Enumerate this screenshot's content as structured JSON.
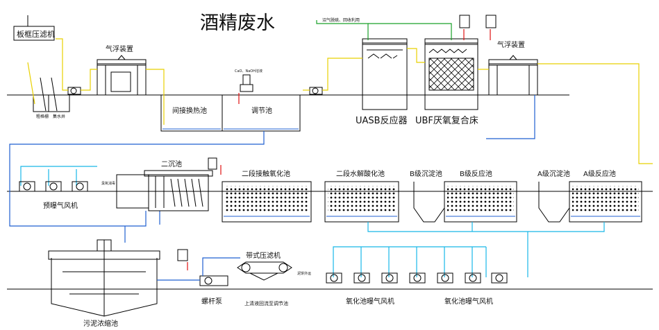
{
  "title": "酒精废水",
  "labels": {
    "filter_press_box": "板框压滤机",
    "air_float_left": "气浮装置",
    "air_float_right": "气浮装置",
    "indirect_heat_pool": "间接换热池",
    "regulating_pool": "调节池",
    "uasb_reactor": "UASB反应器",
    "ubf_reactor": "UBF厌氧复合床",
    "biogas_note": "沼气脱硫、回收利用",
    "dosing_note": "CaO、NaOH溶液",
    "grille_left": "粗格栅",
    "grille_right": "集水井",
    "secondary_settling": "二沉池",
    "contact_oxidation": "二段接触氧化池",
    "hydrolysis_acidification": "二段水解酸化池",
    "b_settling": "B级沉淀池",
    "b_reactor": "B级反应池",
    "a_settling": "A级沉淀池",
    "a_reactor": "A级反应池",
    "pre_aeration_blower": "预曝气风机",
    "ozone_note": "臭氧消毒",
    "belt_press": "带式压滤机",
    "mud_cake_note": "泥饼外运",
    "screw_pump": "螺杆泵",
    "supernatant_note": "上清液回流至调节池",
    "oxidation_blower_1": "氧化池曝气风机",
    "oxidation_blower_2": "氧化池曝气风机",
    "sludge_thickener": "污泥浓缩池"
  },
  "colors": {
    "wastewater_line": "#e8d000",
    "water_line": "#1f5fd0",
    "air_line": "#18b8e8",
    "biogas_line": "#19a028",
    "chemical_line": "#e01010"
  }
}
